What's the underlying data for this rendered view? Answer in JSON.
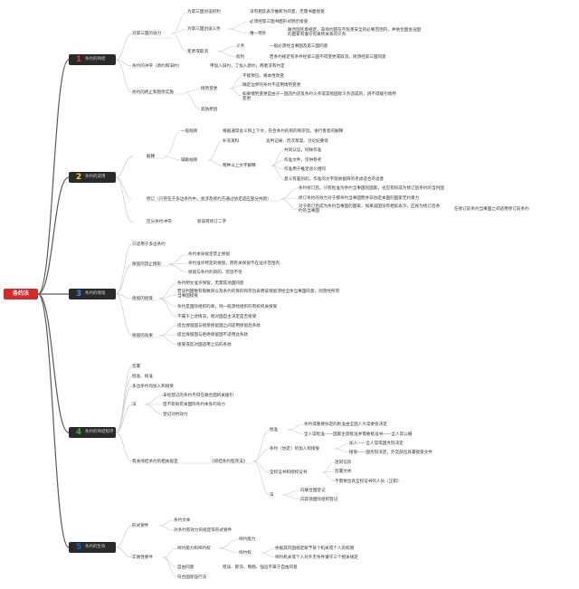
{
  "root": {
    "label": "条约法"
  },
  "topics": [
    {
      "num": "1",
      "label": "条约的缔结",
      "color": "#e8343a"
    },
    {
      "num": "2",
      "label": "条约的适用",
      "color": "#f3d21b"
    },
    {
      "num": "3",
      "label": "条约的保留",
      "color": "#2f8cf0"
    },
    {
      "num": "4",
      "label": "条约的缔结程序",
      "color": "#38b04a"
    },
    {
      "num": "5",
      "label": "条约的生效",
      "color": "#1d5fd6"
    }
  ],
  "colors": {
    "root": "#d62a2a",
    "topic_bg": "#2a2a2a",
    "line": "#c8cbd0",
    "text": "#333333"
  },
  "b1": {
    "scope": "对第三国的效力",
    "duty_rule": "为第三国创设权利",
    "duty_detail": "没有相反表示推断为同意，无需书面接受",
    "obligation": "为第三国创设义务",
    "obl_detail1": "必须经第三国书面形式明示接受",
    "exception": "唯一例外",
    "exception_detail": "联合国宪章规定，非缔约国在不危害安全的必要范围内，并依合国会员国的国家有遵守宪章所关系的义务",
    "change": "变更或取消",
    "change_duty": "义务",
    "change_duty_detail": "一般必须经当事国及第三国同意",
    "change_right": "权利",
    "change_right_detail": "若条约规定有条件经第三国不得变更或取消，则须经第三国同意",
    "conflict": "条约的冲突（新约和旧约）",
    "conflict_detail": "甲加入旧约，丁加入新约，两者没有约定",
    "termination": "条约的终止和暂停实施",
    "term_cause": "情势变更",
    "term_c1": "不能预见、根本性改变",
    "term_c2": "确定边界的条约不适用情势变更",
    "term_c3": "如果情势变更是由于一国违约违反条约义务或其他国际义务造成的，则不得援引情势变更",
    "term_other": "其他原因"
  },
  "b2": {
    "interp": "解释",
    "general": "一般规则",
    "general_detail": "根据通常含义和上下文，符合条约的目的和宗旨，进行善意的解释",
    "supp": "辅助规则",
    "supp_material": "补充资料",
    "supp_material_detail": "谈判记录、历次草案、讨论纪要等",
    "multilang": "两种以上文字解释",
    "ml1": "共同认证，同样作准",
    "ml2": "作准文件，仅供参考",
    "ml3": "作准用于推定含义相同",
    "ml4": "意义有差别的，作准的文字就依据目的考虑适合的含意",
    "amend": "修订（只存在于多边条约中，会涉及修约方通过协定适应部分共新）",
    "amend1": "条约修订后，只有批准为条约当事国的国家，也应有权成为修订后条约的当时国",
    "amend2": "修订条约的效力对于那条约当事国而并非协定本国的国家无约束力",
    "amend3": "对于修订后成为条约当事国的国家，如果该国没有相反表示，应视为修订后条约的当事国",
    "amend3_right": "在修订前条约当事国之间适用修订前条约",
    "conflict": "区分条约冲突",
    "conflict_detail": "新旧有修订二字"
  },
  "b3": {
    "intro": "只适用于多边条约",
    "prohibit": "保留的禁止情形",
    "prohibit1": "条约本身规定禁止保留",
    "prohibit2": "条约准许特定的保留，而有关保留不在准许范围内",
    "prohibit3": "保留与条约的目的、宗旨不符",
    "accept": "保留的接受",
    "accept1": "条约明文准许保留，无需其他国同意",
    "accept2": "若谈判国数有限数目以及条约的目的和宗旨表明该保留须经全体当事国同意，则须经所有当事国接受",
    "accept3": "条约是国际组织的章，则一般须经组织的有权机关接受",
    "accept4": "不属于上述情况，则对国自主决定是否接受",
    "effect": "保留的效果",
    "effect1": "提出保留国与接受保留国之间适用保留后条款",
    "effect2": "提出保留国与拒绝保留国不适用此条款",
    "effect3": "接受或反对国适用之前的条款"
  },
  "b4": {
    "sign": "签署",
    "ratify": "批准、核准",
    "accession": "多边条约均加入和接受",
    "a1": "未经登记的条约不得在联合国机关援引",
    "a2": "但不影响有关国际条约本身的效力",
    "a3": "登记对抗效力",
    "inner_law": "有关缔结条约的相关规定",
    "procedure": "《缔结条约程序法》",
    "approve": "批准",
    "approve1": "条约或重要协定的批准由全国人大常委会决定",
    "approve2": "全人常批准——国家主席批准并需要批准书——全人常公报",
    "join": "条约（协定）的加入和接受",
    "join1": "加入——全人常或国务院决定",
    "join2": "接受——国务院决定，外交部出具署接受文件",
    "cert": "全权证书和授权证书",
    "cert1": "连同信仰",
    "cert2": "签署文体",
    "cert3": "不需要出具全权证书的人员（正职）",
    "fa": "法",
    "fa1": "向联合国登记",
    "fa2": "向其他国际组织登记"
  },
  "b5": {
    "form": "形式要件",
    "form1": "条约文本",
    "form2": "对条约有效力的规定等形式要件",
    "substance": "实质性要件",
    "capacity": "缔约能力和缔约权",
    "capacity1": "缔约能力",
    "capacity2": "缔约权",
    "capacity2a": "依据其内国规定赋予某个机关或个人的权限",
    "capacity2b": "缔约机关或个人对外无条件遵守三个相关规定",
    "consent": "自由同意",
    "consent_detail": "错误、欺诈、贿赂、强迫不属于自由同意",
    "jus": "符合国际强行法"
  }
}
